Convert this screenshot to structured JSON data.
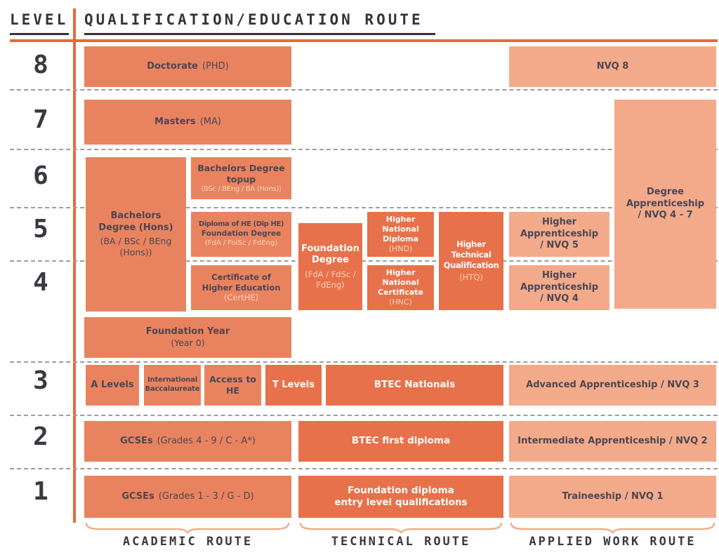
{
  "header": {
    "level": "LEVEL",
    "title": "QUALIFICATION/EDUCATION ROUTE"
  },
  "levels": {
    "l8": "8",
    "l7": "7",
    "l6": "6",
    "l5": "5",
    "l4": "4",
    "l3": "3",
    "l2": "2",
    "l1": "1"
  },
  "boxes": {
    "doctorate": {
      "title": "Doctorate",
      "sub": "(PHD)"
    },
    "nvq8": {
      "title": "NVQ 8"
    },
    "masters": {
      "title": "Masters",
      "sub": "(MA)"
    },
    "degree_apprenticeship": {
      "title": "Degree Apprenticeship",
      "sub": "/ NVQ 4 - 7"
    },
    "bachelors": {
      "title": "Bachelors Degree (Hons)",
      "sub": "(BA / BSc / BEng (Hons))"
    },
    "bachelors_topup": {
      "title": "Bachelors Degree topup",
      "sub": "(BSc / BEng / BA (Hons))"
    },
    "diploma_he": {
      "line1": "Diploma of HE (Dip HE)",
      "line2": "Foundation Degree",
      "sub": "(FdA / FolSc / FdEng)"
    },
    "foundation_degree": {
      "title": "Foundation Degree",
      "sub": "(FdA / FdSc / FdEng)"
    },
    "hnd": {
      "title": "Higher National Diploma",
      "sub": "(HND)"
    },
    "htq": {
      "title": "Higher Technical Qualification",
      "sub": "(HTQ)"
    },
    "higher_app_nvq5": {
      "title": "Higher Apprenticeship",
      "sub": "/ NVQ 5"
    },
    "certhe": {
      "title": "Certificate of Higher Education",
      "sub": "(CertHE)"
    },
    "hnc": {
      "title": "Higher National Certificate",
      "sub": "(HNC)"
    },
    "higher_app_nvq4": {
      "title": "Higher Apprenticeship",
      "sub": "/ NVQ 4"
    },
    "foundation_year": {
      "title": "Foundation Year",
      "sub": "(Year 0)"
    },
    "a_levels": {
      "title": "A Levels"
    },
    "international_baccalaureate": {
      "title": "International Baccalaureate"
    },
    "access_to_he": {
      "title": "Access to HE"
    },
    "t_levels": {
      "title": "T Levels"
    },
    "btec_nationals": {
      "title": "BTEC Nationals"
    },
    "advanced_apprenticeship": {
      "title": "Advanced Apprenticeship / NVQ 3"
    },
    "gcses_upper": {
      "title": "GCSEs",
      "sub": "(Grades 4 - 9 / C - A*)"
    },
    "btec_first_diploma": {
      "title": "BTEC first diploma"
    },
    "intermediate_apprenticeship": {
      "title": "Intermediate Apprenticeship / NVQ 2"
    },
    "gcses_lower": {
      "title": "GCSEs",
      "sub": "(Grades 1 - 3 / G - D)"
    },
    "foundation_diploma": {
      "title": "Foundation diploma",
      "sub": "entry level qualifications"
    },
    "traineeship": {
      "title": "Traineeship / NVQ 1"
    }
  },
  "routes": {
    "academic": "ACADEMIC ROUTE",
    "technical": "TECHNICAL ROUTE",
    "applied": "APPLIED WORK ROUTE"
  },
  "colors": {
    "accent_orange": "#E8693A",
    "box_mid": "#E9835F",
    "box_strong": "#E7714A",
    "box_light": "#F3AA8A",
    "text_dark": "#4B4653",
    "text_pale": "#FAD3BA",
    "dash_gray": "#9D9D9D"
  }
}
